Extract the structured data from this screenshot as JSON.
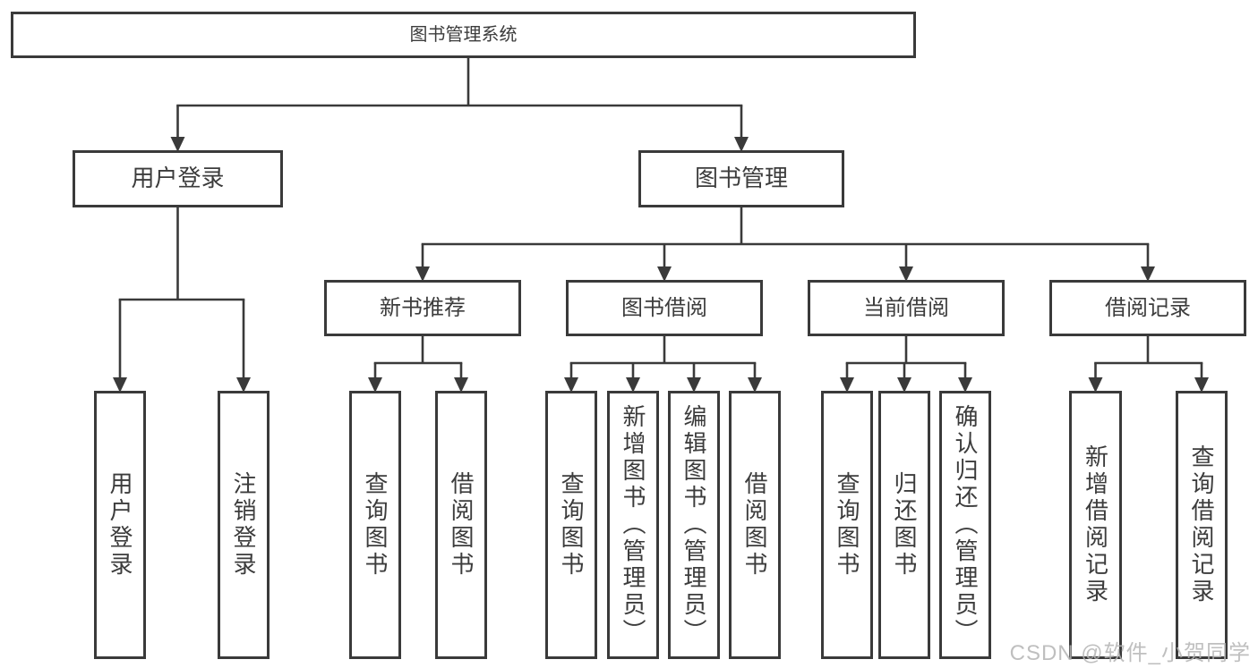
{
  "diagram": {
    "title": "图书管理系统",
    "nodes": [
      {
        "id": "root",
        "label": "图书管理系统",
        "parent": null
      },
      {
        "id": "user-login",
        "label": "用户登录",
        "parent": "root"
      },
      {
        "id": "book-management",
        "label": "图书管理",
        "parent": "root"
      },
      {
        "id": "op-user-login",
        "label": "用户登录",
        "parent": "user-login",
        "vertical": true
      },
      {
        "id": "op-logout",
        "label": "注销登录",
        "parent": "user-login",
        "vertical": true
      },
      {
        "id": "new-book-recommend",
        "label": "新书推荐",
        "parent": "book-management"
      },
      {
        "id": "book-borrowing",
        "label": "图书借阅",
        "parent": "book-management"
      },
      {
        "id": "current-borrowing",
        "label": "当前借阅",
        "parent": "book-management"
      },
      {
        "id": "borrowing-records",
        "label": "借阅记录",
        "parent": "book-management"
      },
      {
        "id": "op-query-books-1",
        "label": "查询图书",
        "parent": "new-book-recommend",
        "vertical": true
      },
      {
        "id": "op-borrow-books-1",
        "label": "借阅图书",
        "parent": "new-book-recommend",
        "vertical": true
      },
      {
        "id": "op-query-books-2",
        "label": "查询图书",
        "parent": "book-borrowing",
        "vertical": true
      },
      {
        "id": "op-add-book",
        "label": "新增图书（管理员）",
        "parent": "book-borrowing",
        "vertical": true
      },
      {
        "id": "op-edit-book",
        "label": "编辑图书（管理员）",
        "parent": "book-borrowing",
        "vertical": true
      },
      {
        "id": "op-borrow-books-2",
        "label": "借阅图书",
        "parent": "book-borrowing",
        "vertical": true
      },
      {
        "id": "op-query-books-3",
        "label": "查询图书",
        "parent": "current-borrowing",
        "vertical": true
      },
      {
        "id": "op-return-book",
        "label": "归还图书",
        "parent": "current-borrowing",
        "vertical": true
      },
      {
        "id": "op-confirm-return",
        "label": "确认归还（管理员）",
        "parent": "current-borrowing",
        "vertical": true
      },
      {
        "id": "op-add-borrow-record",
        "label": "新增借阅记录",
        "parent": "borrowing-records",
        "vertical": true
      },
      {
        "id": "op-query-borrow-record",
        "label": "查询借阅记录",
        "parent": "borrowing-records",
        "vertical": true
      }
    ]
  },
  "watermark": {
    "text": "CSDN @软件_小贺同学"
  },
  "colors": {
    "line": "#3a3a3a",
    "text": "#3c3c3c",
    "box_background": "#ffffff",
    "watermark": "#b4b4b4"
  }
}
